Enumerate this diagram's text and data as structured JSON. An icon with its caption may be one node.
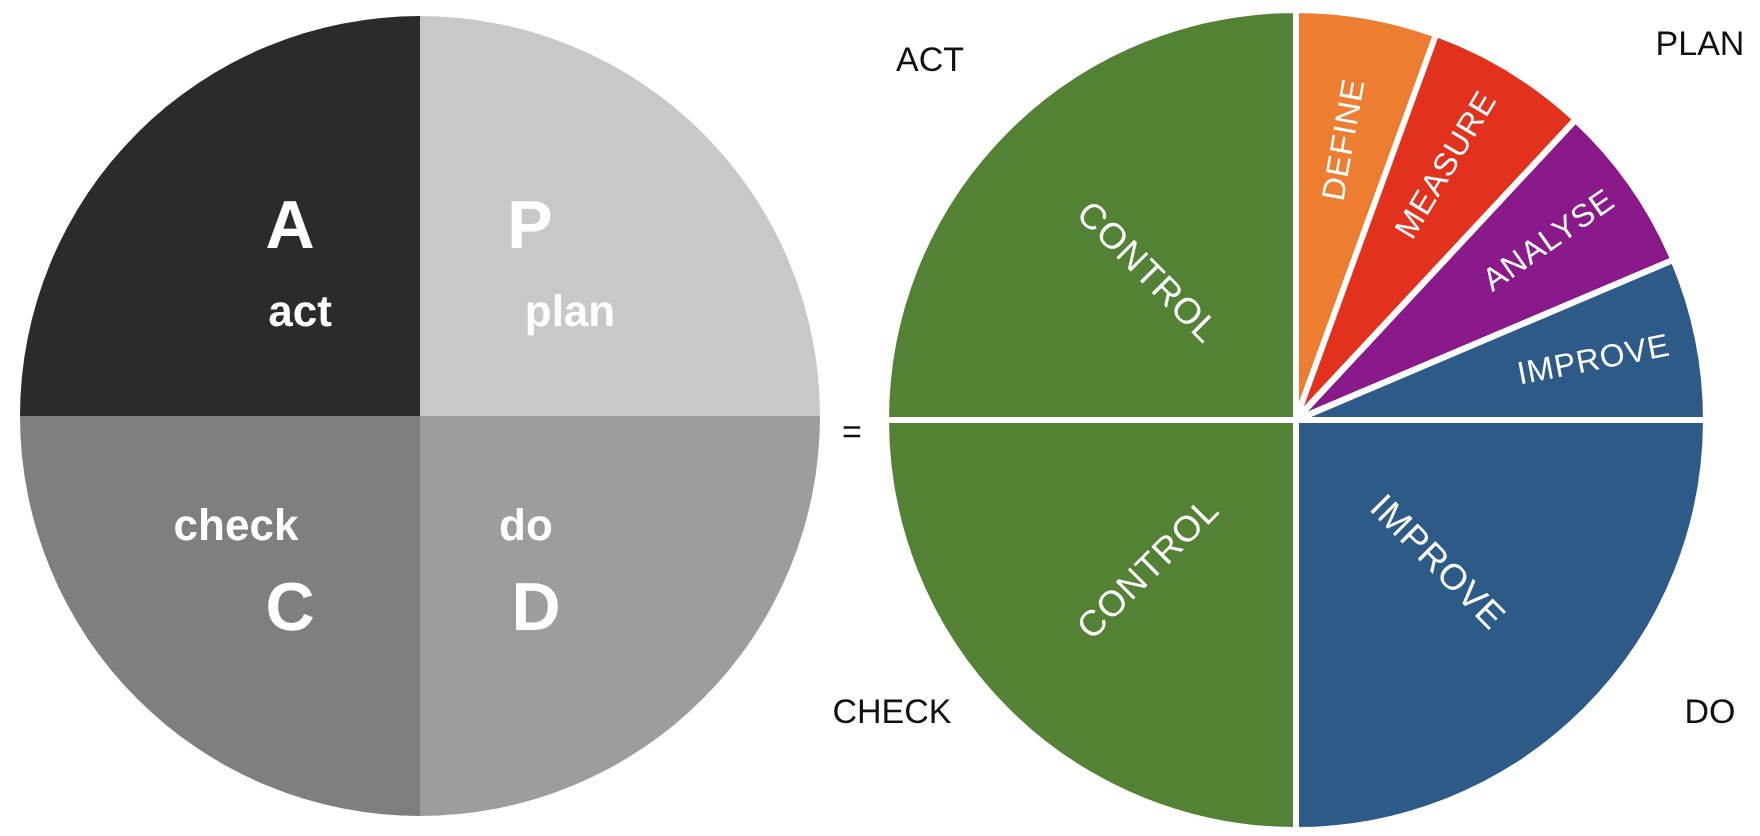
{
  "diagram": {
    "nodes": [
      {
        "text": [
          "A",
          "act"
        ]
      },
      {
        "text": [
          "P",
          "plan"
        ]
      },
      {
        "text": [
          "check",
          "C"
        ]
      },
      {
        "text": [
          "do",
          "D"
        ]
      },
      {
        "text": [
          "CONTROL"
        ]
      },
      {
        "text": [
          "DEFINE"
        ]
      },
      {
        "text": [
          "MEASURE"
        ]
      },
      {
        "text": [
          "ANALYSE"
        ]
      },
      {
        "text": [
          "IMPROVE"
        ]
      },
      {
        "text": [
          "IMPROVE"
        ]
      },
      {
        "text": [
          "CONTROL"
        ]
      }
    ],
    "labels": [
      "ACT",
      "PLAN",
      "=",
      "CHECK",
      "DO"
    ]
  }
}
